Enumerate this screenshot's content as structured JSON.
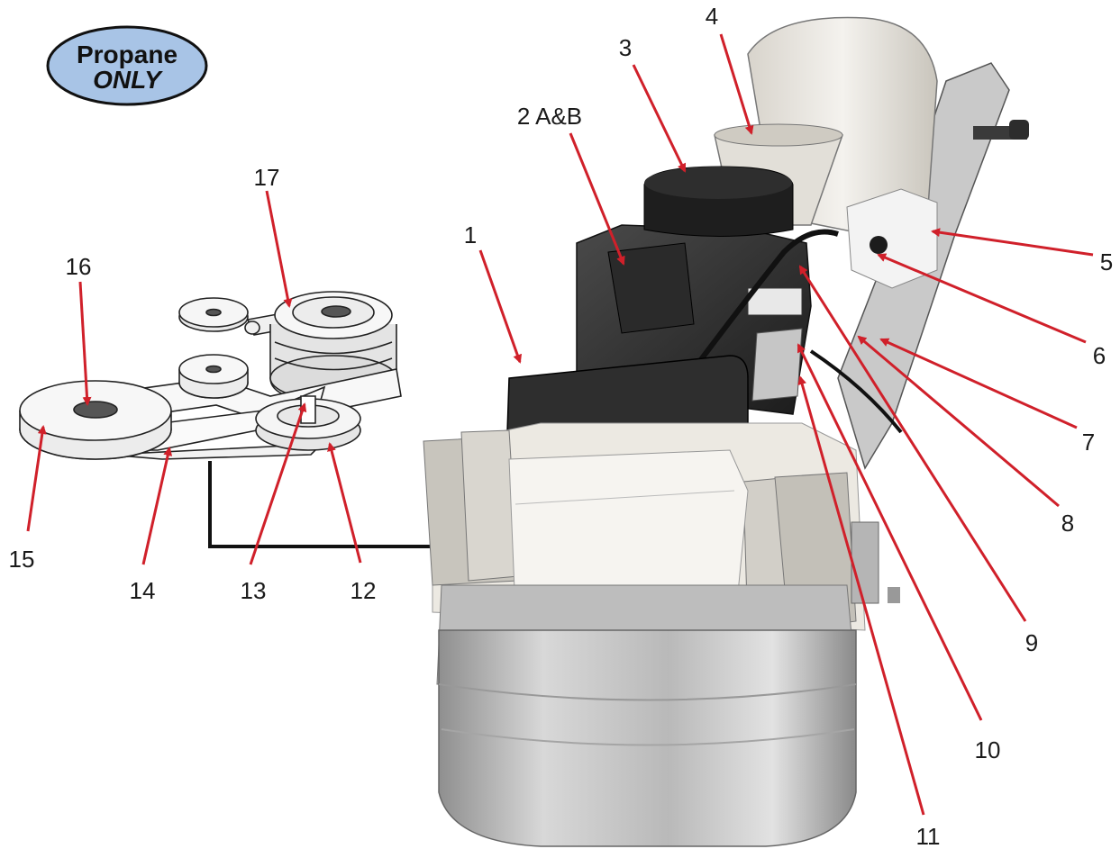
{
  "badge": {
    "line1": "Propane",
    "line2": "ONLY"
  },
  "callouts": {
    "c1": "1",
    "c2": "2 A&B",
    "c3": "3",
    "c4": "4",
    "c5": "5",
    "c6": "6",
    "c7": "7",
    "c8": "8",
    "c9": "9",
    "c10": "10",
    "c11": "11",
    "c12": "12",
    "c13": "13",
    "c14": "14",
    "c15": "15",
    "c16": "16",
    "c17": "17"
  },
  "colors": {
    "arrow": "#d0202a",
    "badge_fill": "#a8c4e6",
    "ink": "#1a1a1a"
  },
  "icons": [
    "propane-only-badge",
    "belt-drive-diagram",
    "floor-grinder-machine"
  ]
}
